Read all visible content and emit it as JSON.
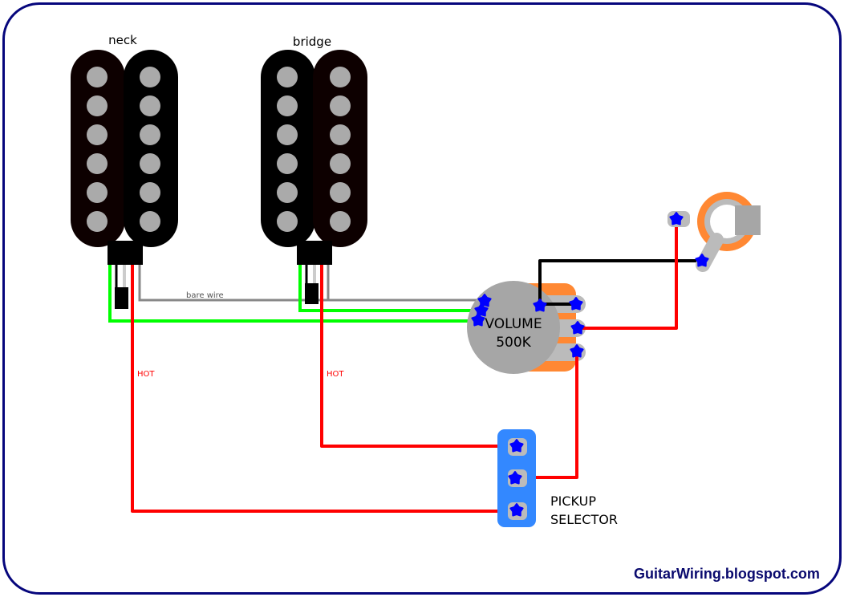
{
  "title": "Guitar wiring diagram: two humbuckers, one volume, pickup selector",
  "pickups": {
    "neck": {
      "label": "neck"
    },
    "bridge": {
      "label": "bridge"
    }
  },
  "wire_labels": {
    "bare_wire": "bare wire",
    "hot_neck": "HOT",
    "hot_bridge": "HOT"
  },
  "volume_pot": {
    "line1": "VOLUME",
    "line2": "500K"
  },
  "selector": {
    "line1": "PICKUP",
    "line2": "SELECTOR"
  },
  "credit": "GuitarWiring.blogspot.com",
  "colors": {
    "frame": "#06067c",
    "pickup_black": "#000000",
    "pickup_dark_red": "#0d0000",
    "pole": "#aaaaaa",
    "hot_wire": "#ff0000",
    "ground_wire": "#00ff00",
    "bare_wire": "#888888",
    "black_wire": "#000000",
    "solder": "#0000ff",
    "pot_body": "#a6a6a6",
    "pot_case": "#ff8833",
    "lug": "#bbbbbb",
    "selector_body": "#3388ff",
    "jack_ring": "#ff8833",
    "credit_text": "#0a0a6e"
  }
}
